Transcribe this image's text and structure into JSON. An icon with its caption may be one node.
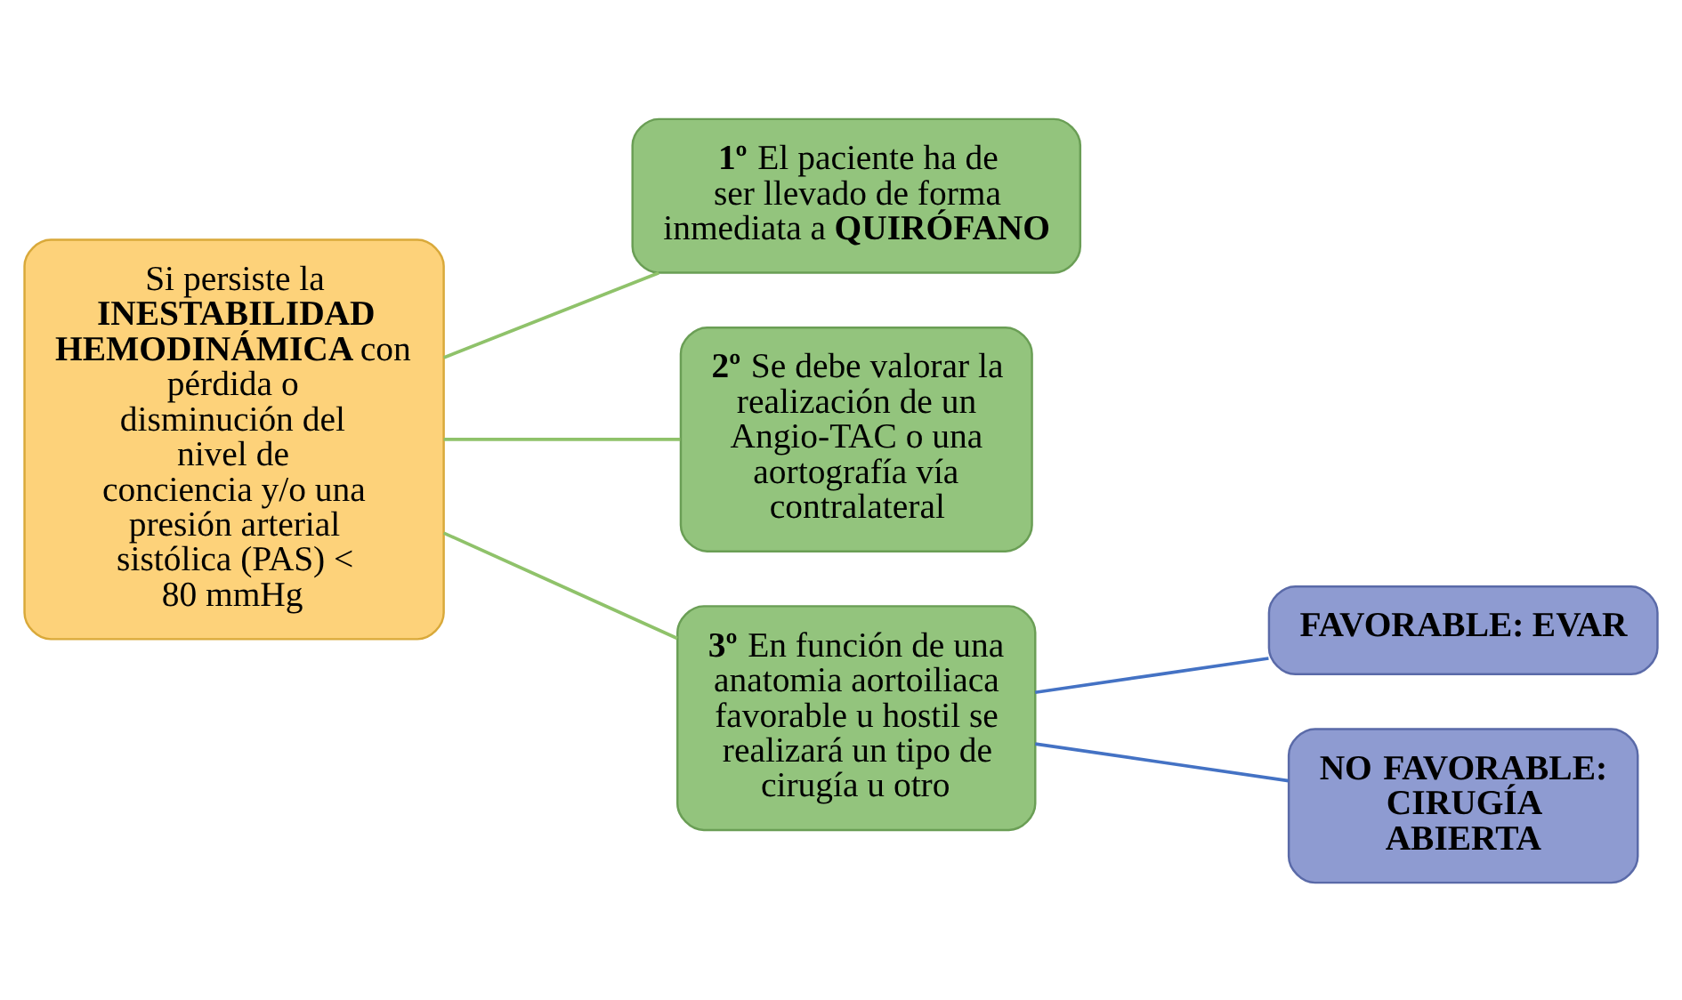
{
  "diagram": {
    "nodes": [
      {
        "text": [
          "Si persiste la **INESTABILIDAD HEMODINÁMICA** con pérdida o disminución del nivel de conciencia y/o una presión arterial sistólica (PAS) < 80 mmHg"
        ]
      },
      {
        "text": [
          "**1º** El paciente ha de ser llevado de forma inmediata a **QUIRÓFANO**"
        ]
      },
      {
        "text": [
          "**2º** Se debe valorar la realización de un Angio-TAC o una aortografía vía contralateral"
        ]
      },
      {
        "text": [
          "**3º** En función de una anatomia aortoiliaca favorable u hostil se realizará un tipo de cirugía u otro"
        ]
      },
      {
        "text": [
          "FAVORABLE: EVAR"
        ]
      },
      {
        "text": [
          "NO FAVORABLE: CIRUGÍA ABIERTA"
        ]
      }
    ],
    "edges": [
      {
        "from": 0,
        "to": 1,
        "arrow": "none"
      },
      {
        "from": 0,
        "to": 2,
        "arrow": "none"
      },
      {
        "from": 0,
        "to": 3,
        "arrow": "none"
      },
      {
        "from": 3,
        "to": 4,
        "arrow": "none",
        "color": "#4472c4"
      },
      {
        "from": 3,
        "to": 5,
        "arrow": "none",
        "color": "#4472c4"
      }
    ]
  }
}
